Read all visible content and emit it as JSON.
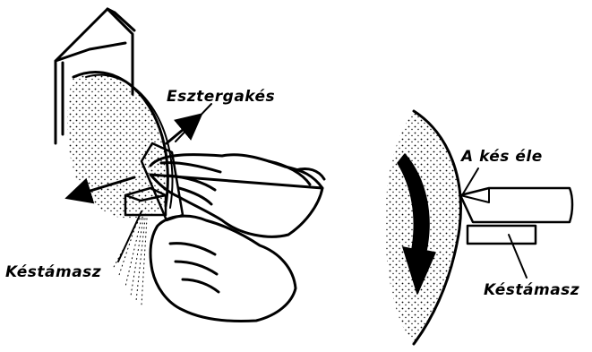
{
  "labels": {
    "esztergakes": "Esztergakés",
    "kestamasz_left": "Késtámasz",
    "kes_ele": "A kés éle",
    "kestamasz_right": "Késtámasz"
  },
  "colors": {
    "ink": "#000000",
    "paper": "#ffffff"
  }
}
